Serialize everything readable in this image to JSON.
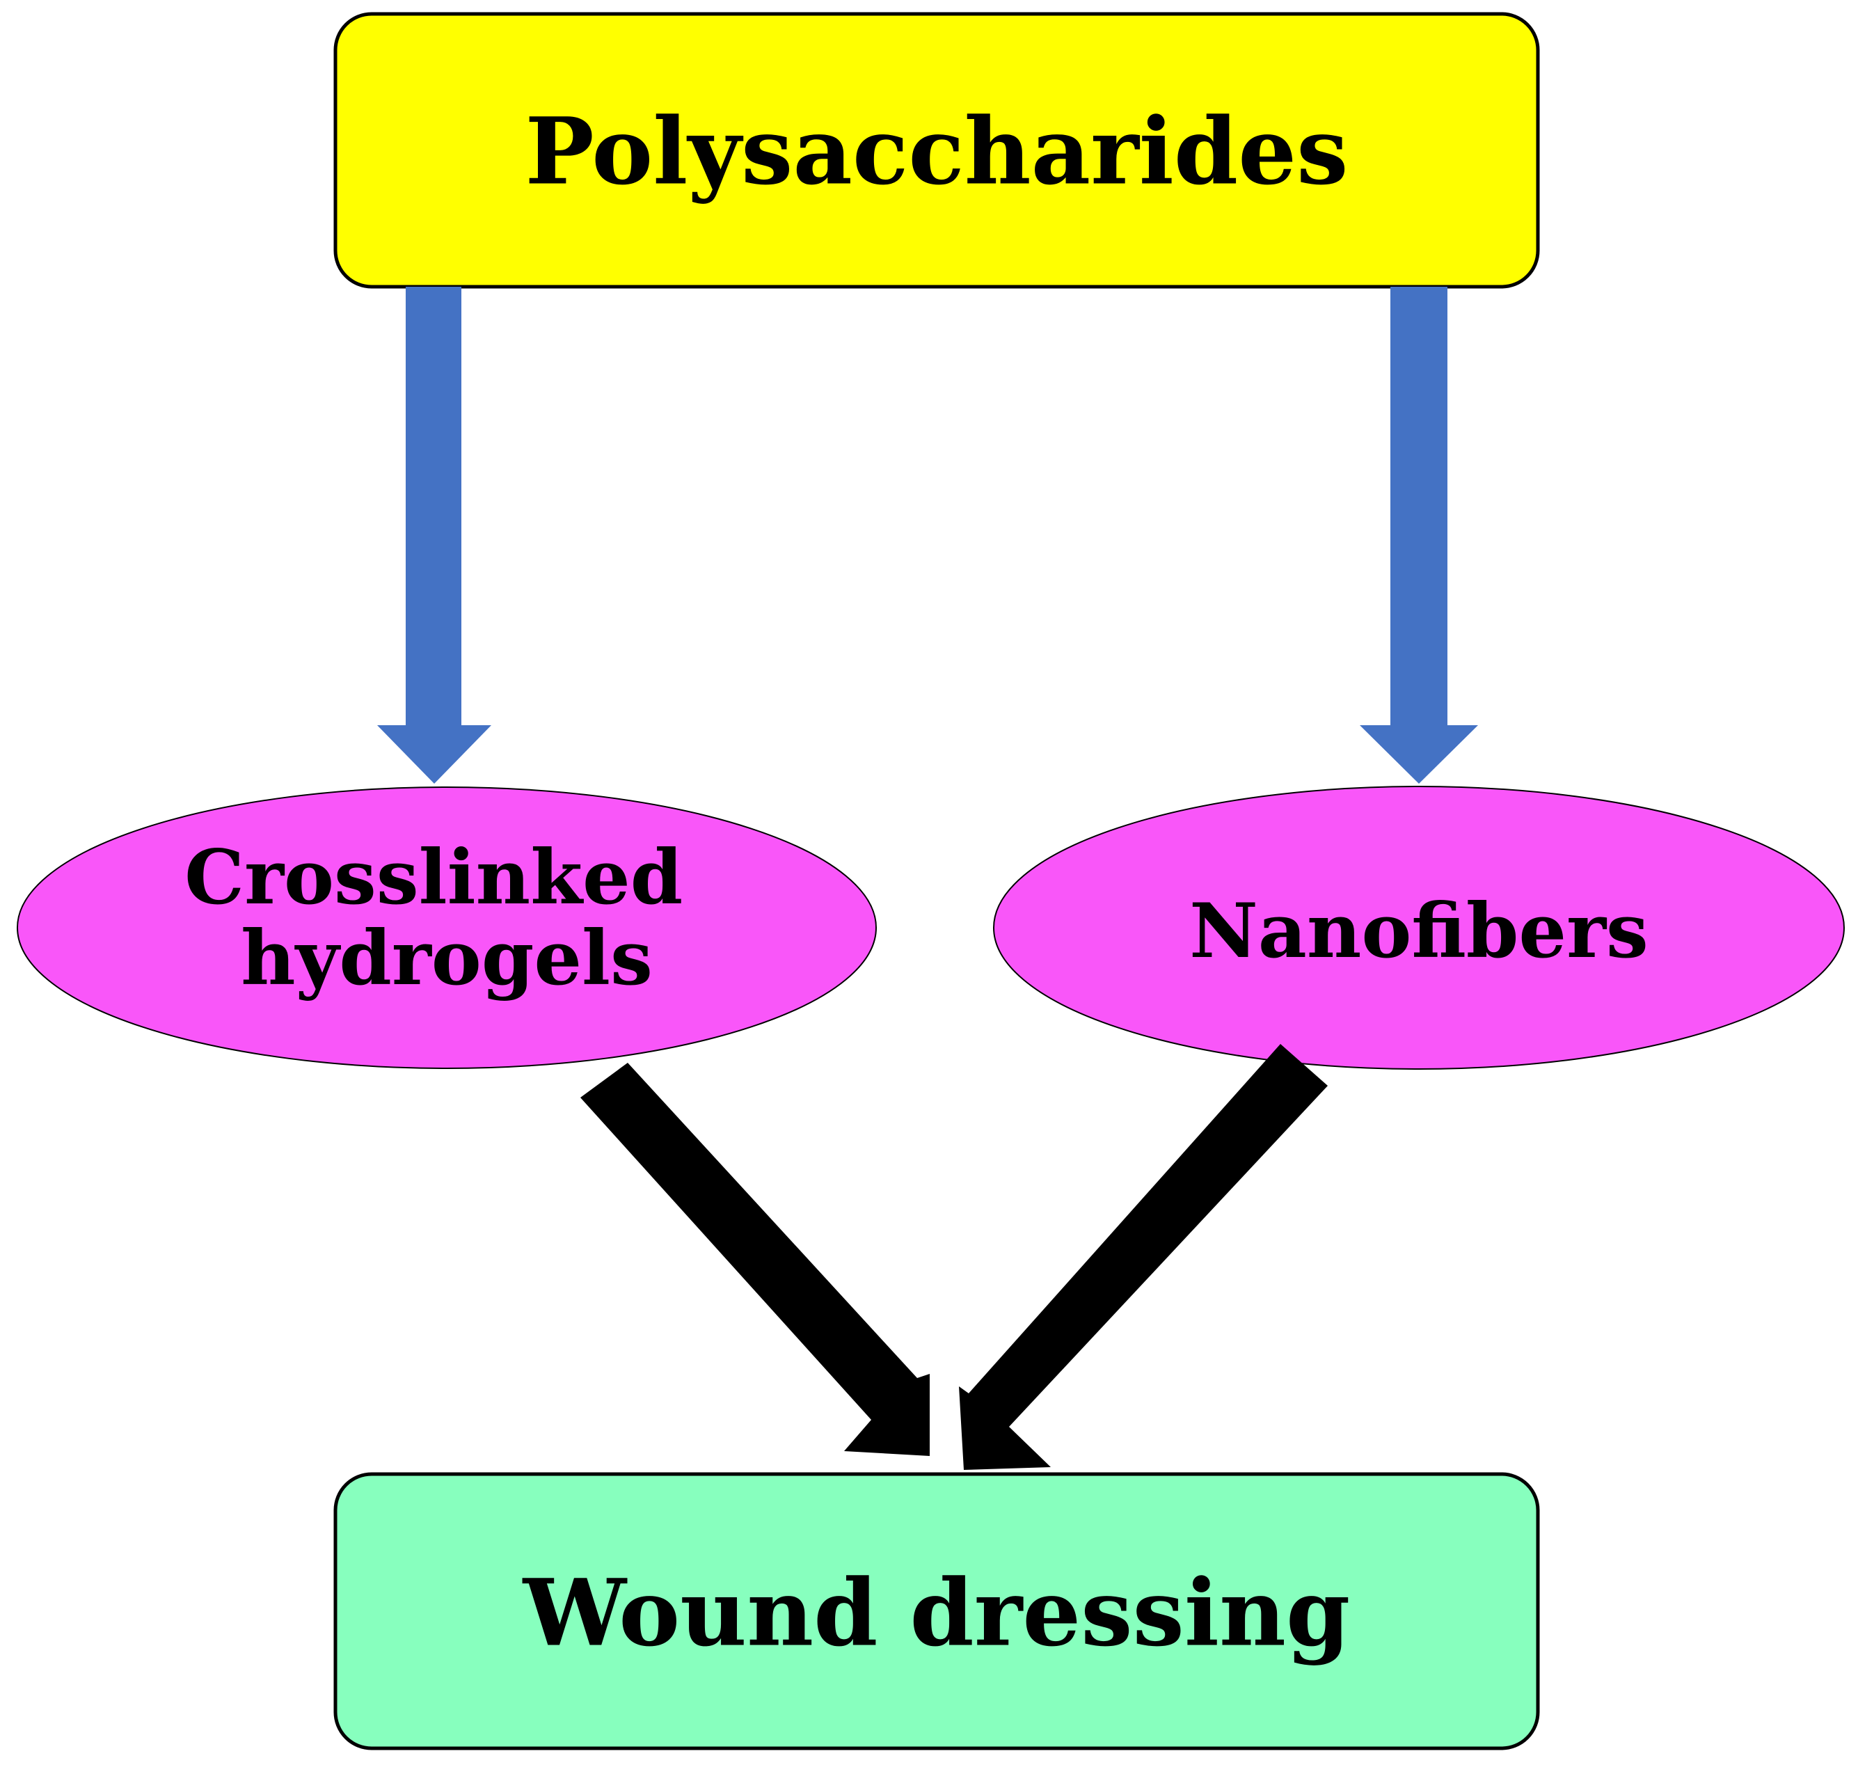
{
  "diagram": {
    "nodes": {
      "top": {
        "label": "Polysaccharides",
        "fill": "#ffff00"
      },
      "left": {
        "line1": "Crosslinked",
        "line2": "hydrogels",
        "fill": "#f956f9"
      },
      "right": {
        "label": "Nanofibers",
        "fill": "#f956f9"
      },
      "bottom": {
        "label": "Wound dressing",
        "fill": "#87ffbe"
      }
    },
    "arrows": {
      "upper_color": "#4472c4",
      "lower_color": "#000000"
    },
    "edges": [
      {
        "from": "Polysaccharides",
        "to": "Crosslinked hydrogels"
      },
      {
        "from": "Polysaccharides",
        "to": "Nanofibers"
      },
      {
        "from": "Crosslinked hydrogels",
        "to": "Wound dressing"
      },
      {
        "from": "Nanofibers",
        "to": "Wound dressing"
      }
    ]
  }
}
